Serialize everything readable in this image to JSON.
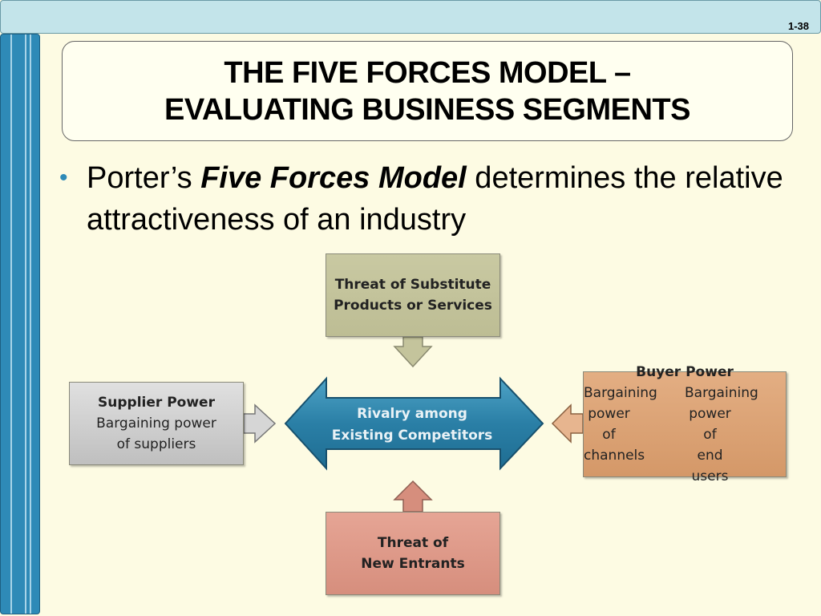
{
  "slide_number": "1-38",
  "title": {
    "line1": "THE FIVE FORCES MODEL –",
    "line2": "EVALUATING BUSINESS SEGMENTS"
  },
  "bullet": {
    "pre": "Porter’s ",
    "emphasis": "Five Forces Model",
    "post": " determines the relative attractiveness of an industry"
  },
  "diagram": {
    "substitutes": {
      "line1": "Threat of Substitute",
      "line2": "Products or Services"
    },
    "supplier": {
      "heading": "Supplier Power",
      "line1": "Bargaining power",
      "line2": "of suppliers"
    },
    "buyer": {
      "heading": "Buyer Power",
      "col1": [
        "Bargaining",
        "power of",
        "channels"
      ],
      "col2": [
        "Bargaining",
        "power of",
        "end users"
      ]
    },
    "new_entrants": {
      "line1": "Threat of",
      "line2": "New Entrants"
    },
    "rivalry": {
      "line1": "Rivalry among",
      "line2": "Existing Competitors"
    }
  },
  "colors": {
    "accent_blue": "#2e8ab7",
    "rivalry_arrow": "#2f86ac",
    "substitutes": "#c4c49c",
    "supplier": "#cfcfcf",
    "buyer": "#dba476",
    "new_entrants": "#de9a88"
  }
}
